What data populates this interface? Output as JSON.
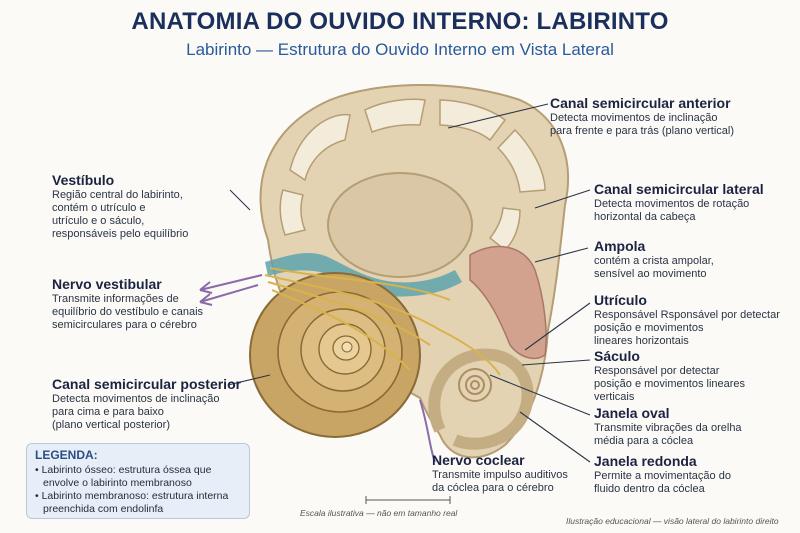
{
  "header": {
    "title": "ANATOMIA DO OUVIDO INTERNO: LABIRINTO",
    "subtitle": "Labirinto — Estrutura do Ouvido Interno em Vista Lateral"
  },
  "labels": {
    "anterior": {
      "title": "Canal semicircular anterior",
      "l1": "Detecta movimentos de inclinação",
      "l2": "para frente e para trás (plano vertical)"
    },
    "lateral": {
      "title": "Canal semicircular lateral",
      "l1": "Detecta movimentos de rotação",
      "l2": "horizontal da cabeça"
    },
    "ampola": {
      "title": "Ampola",
      "l1": "contém a crista ampolar,",
      "l2": "sensível ao movimento"
    },
    "utriculo": {
      "title": "Utrículo",
      "l1": "Responsável Rsponsável por detectar",
      "l2": "posição e movimentos",
      "l3": "lineares horizontais"
    },
    "saculo": {
      "title": "Sáculo",
      "l1": "Responsável por detectar",
      "l2": "posição e movimentos lineares",
      "l3": "verticais"
    },
    "oval": {
      "title": "Janela oval",
      "l1": "Transmite vibrações da orelha",
      "l2": "média para a cóclea"
    },
    "redonda": {
      "title": "Janela redonda",
      "l1": "Permite a movimentação do",
      "l2": "fluido dentro da cóclea"
    },
    "vestibulo": {
      "title": "Vestíbulo",
      "l1": "Região central do labirinto,",
      "l2": "contém o utrículo e",
      "l3": "utrículo e o sáculo,",
      "l4": "responsáveis pelo equilíbrio"
    },
    "nervo_vestibular": {
      "title": "Nervo vestibular",
      "l1": "Transmite informações de",
      "l2": "equilíbrio do vestíbulo e canais",
      "l3": "semicirculares para o cérebro"
    },
    "posterior": {
      "title": "Canal semicircular posterior",
      "l1": "Detecta movimentos de inclinação",
      "l2": "para cima e para baixo",
      "l3": "(plano vertical posterior)"
    },
    "nervo_coclear": {
      "title": "Nervo coclear",
      "l1": "Transmite impulso auditivos",
      "l2": "da cóclea para o cérebro"
    }
  },
  "legend": {
    "title": "LEGENDA:",
    "item1": "• Labirinto ósseo: estrutura óssea que envolve o labirinto membranoso",
    "item2": "• Labirinto membranoso: estrutura interna preenchida com endolinfa"
  },
  "footer": {
    "scale": "Escala ilustrativa — não em tamanho real",
    "credit": "Ilustração educacional — visão lateral do labirinto direito"
  },
  "colors": {
    "bone": "#e3d3b3",
    "bone_dark": "#b59d74",
    "cochlea": "#c9a565",
    "membrane": "#5ea3ad",
    "saccule": "#d3a28e",
    "nerve": "#d8b34c",
    "vestibular_nerve": "#8a6aa8",
    "title": "#1b2f5c",
    "subtitle": "#2a5a9a"
  }
}
